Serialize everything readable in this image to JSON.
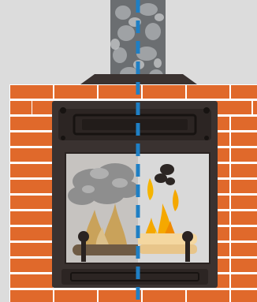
{
  "scene": {
    "subject": "fireplace-insert-cutaway",
    "left_half": "smoky-fire",
    "right_half": "clean-fire",
    "divider": "dashed-center-line"
  },
  "colors": {
    "wall": "#dcdcdc",
    "brick": "#e0692b",
    "mortar": "#ffffff",
    "frame": "#3a3230",
    "flue": "#6b6e71",
    "divider": "#1f7fc4",
    "smoke": "#8e8e8e",
    "flame_smoky": "#c9a25a",
    "flame_clean": "#f5a800"
  }
}
